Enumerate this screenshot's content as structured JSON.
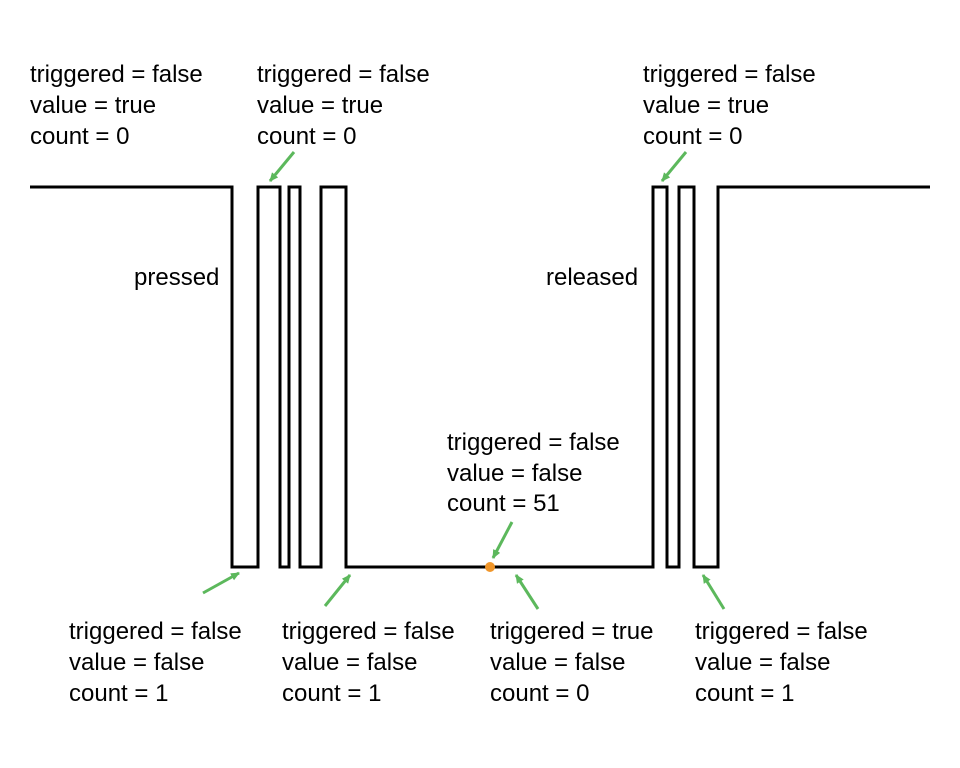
{
  "colors": {
    "signal": "#000000",
    "arrow": "#5cb85c",
    "marker": "#f0962a"
  },
  "state_labels": {
    "pressed": "pressed",
    "released": "released"
  },
  "annotations": {
    "top_1": {
      "triggered": "triggered = false",
      "value": "value = true",
      "count": "count = 0"
    },
    "top_2": {
      "triggered": "triggered = false",
      "value": "value = true",
      "count": "count = 0"
    },
    "top_3": {
      "triggered": "triggered = false",
      "value": "value = true",
      "count": "count = 0"
    },
    "middle": {
      "triggered": "triggered = false",
      "value": "value = false",
      "count": "count = 51"
    },
    "bottom_1": {
      "triggered": "triggered = false",
      "value": "value = false",
      "count": "count = 1"
    },
    "bottom_2": {
      "triggered": "triggered = false",
      "value": "value = false",
      "count": "count = 1"
    },
    "bottom_3": {
      "triggered": "triggered = true",
      "value": "value = false",
      "count": "count = 0"
    },
    "bottom_4": {
      "triggered": "triggered = false",
      "value": "value = false",
      "count": "count = 1"
    }
  }
}
